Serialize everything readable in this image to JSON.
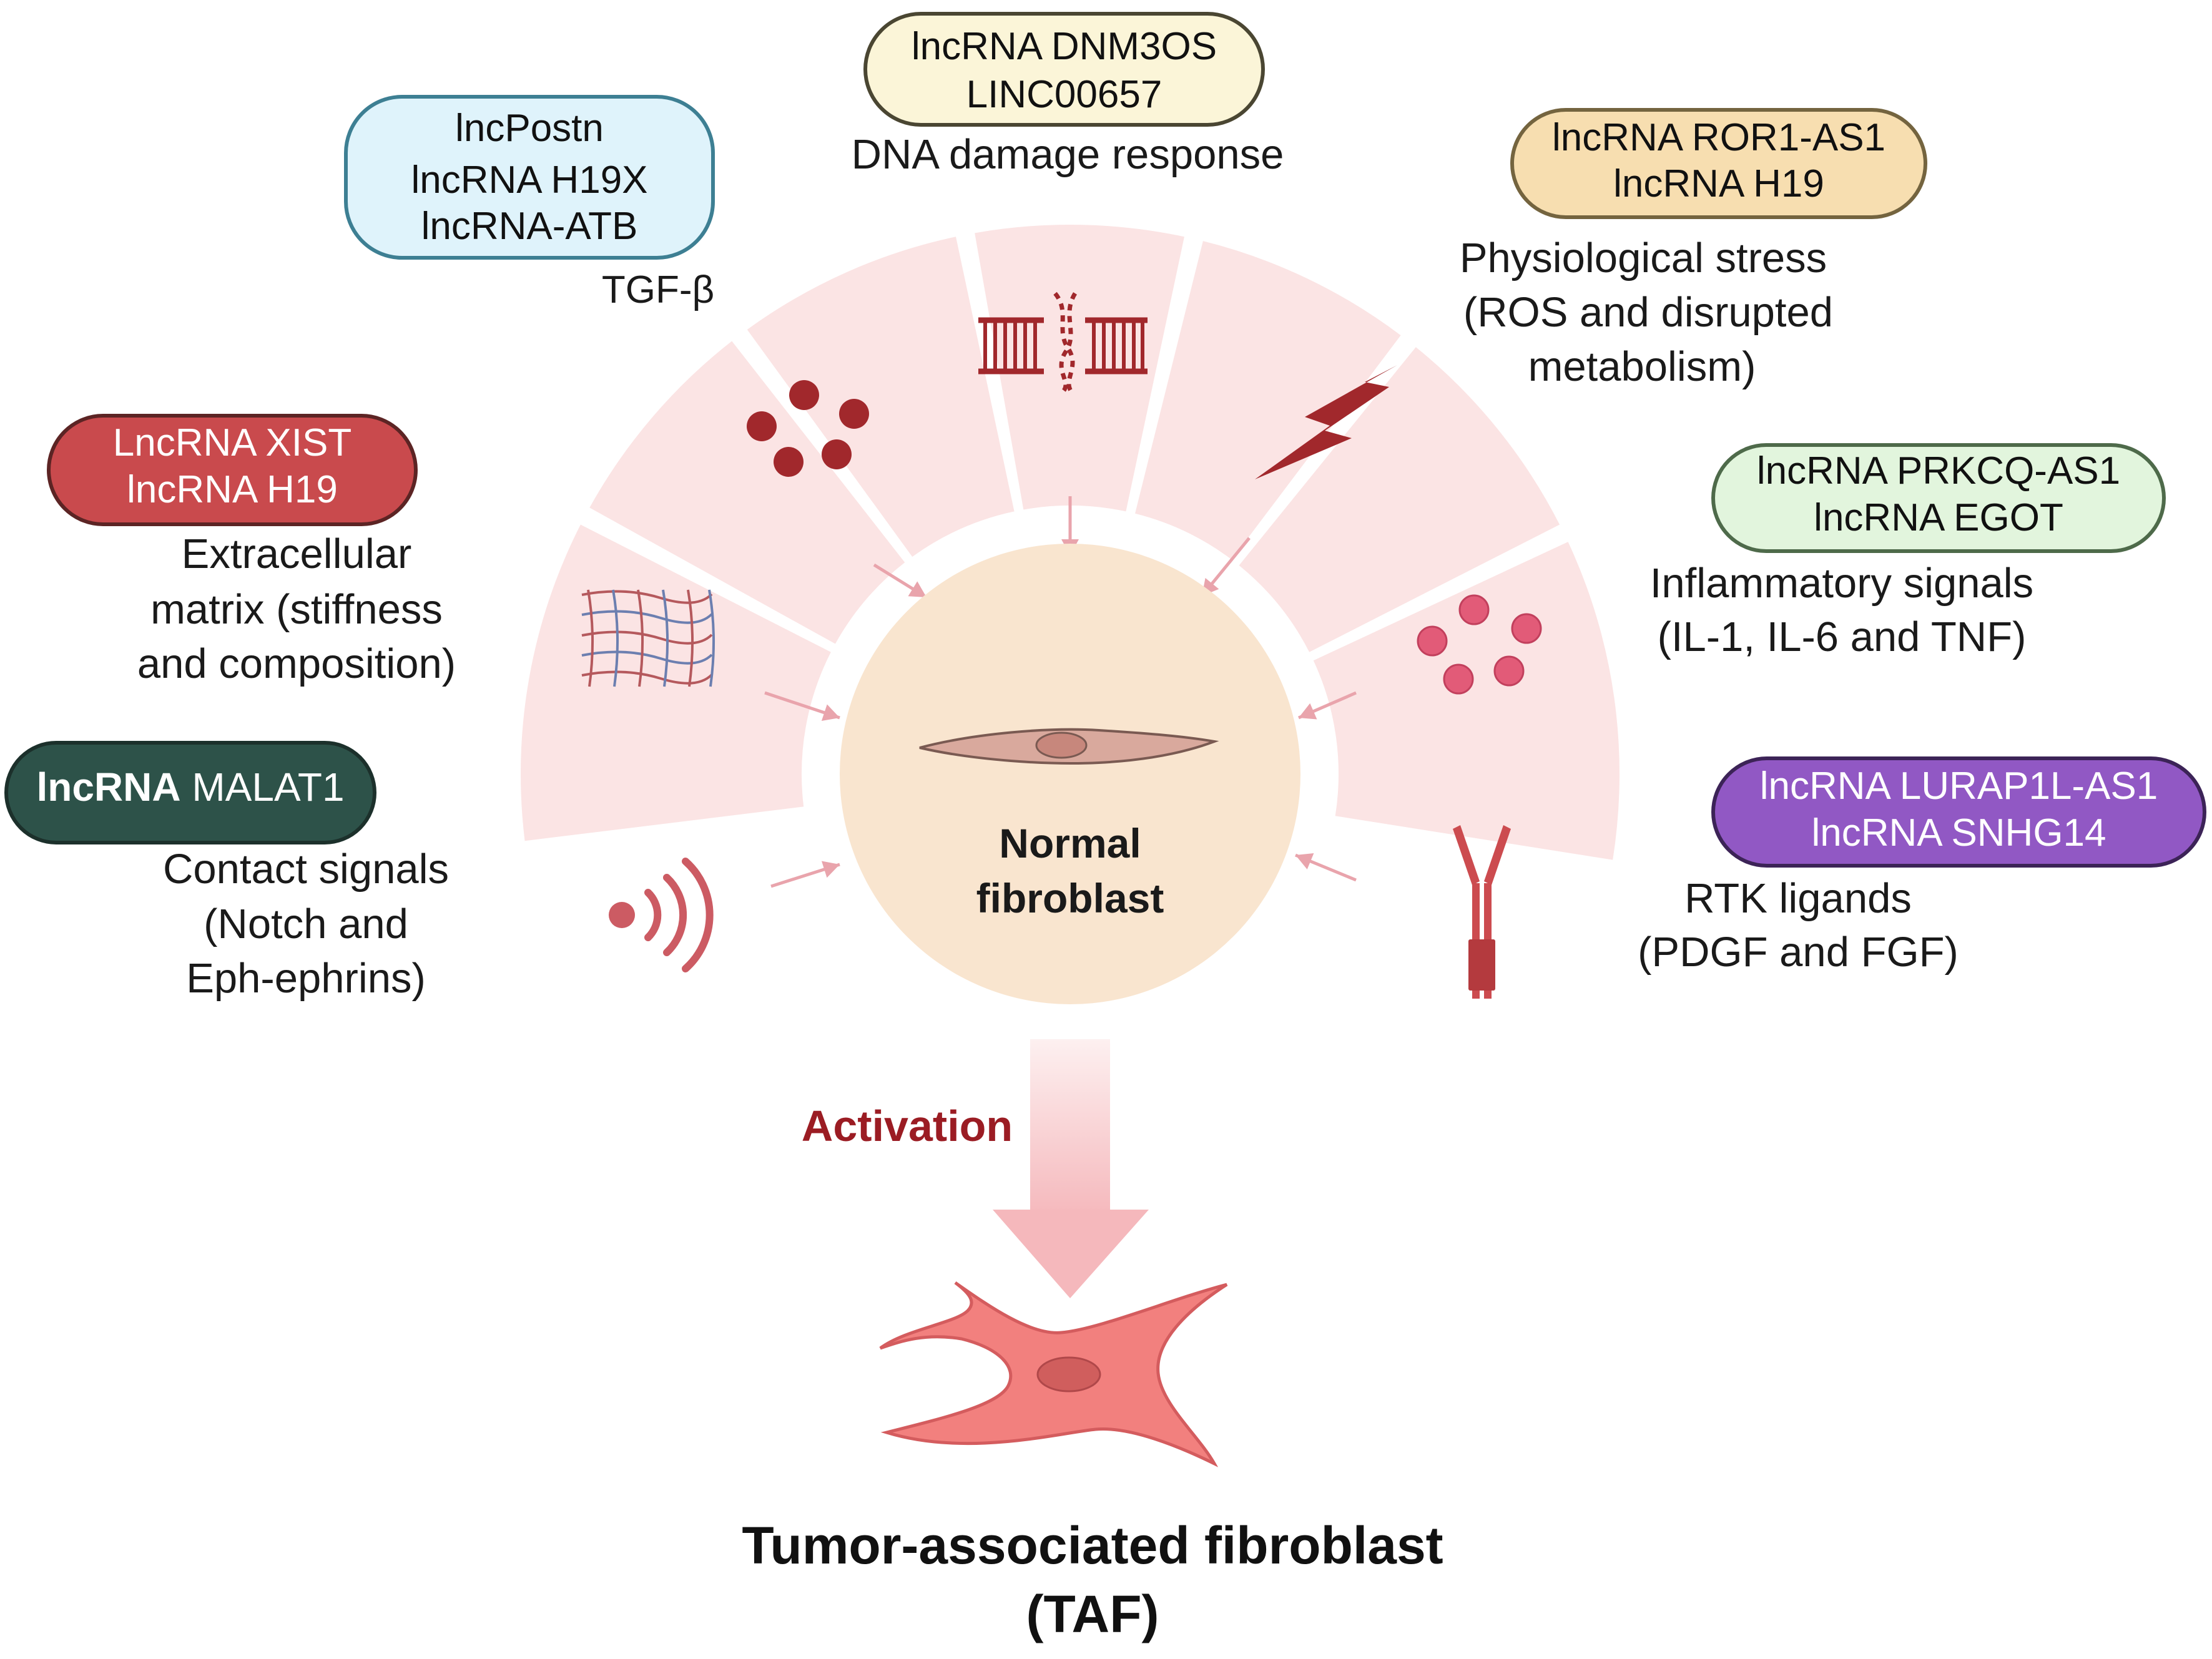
{
  "pills": [
    {
      "line1": "lncPostn",
      "line2": "lncRNA H19X",
      "line3": "lncRNA-ATB",
      "fill": "#dff3fb",
      "stroke": "#3d7f93",
      "text_color": "#111111"
    },
    {
      "line1": "lncRNA DNM3OS",
      "line2": "LINC00657",
      "fill": "#fbf5d8",
      "stroke": "#4a4632",
      "text_color": "#111111"
    },
    {
      "line1": "lncRNA ROR1-AS1",
      "line2": "lncRNA H19",
      "fill": "#f7deb0",
      "stroke": "#74643f",
      "text_color": "#111111"
    },
    {
      "line1": "LncRNA XIST",
      "line2": "lncRNA H19",
      "fill": "#c94a4d",
      "stroke": "#5c2424",
      "text_color": "#ffffff"
    },
    {
      "line1": "lncRNA PRKCQ-AS1",
      "line2": "lncRNA EGOT",
      "fill": "#e2f5dd",
      "stroke": "#4e6a4a",
      "text_color": "#111111"
    },
    {
      "line1": "lncRNA",
      "line1b": "MALAT1",
      "fill": "#2d5249",
      "stroke": "#1c302b",
      "text_color": "#ffffff"
    },
    {
      "line1": "lncRNA LURAP1L-AS1",
      "line2": "lncRNA SNHG14",
      "fill": "#9158c4",
      "stroke": "#3c2357",
      "text_color": "#ffffff"
    }
  ],
  "signals": {
    "tgf": "TGF-β",
    "dna": "DNA damage response",
    "stress": [
      "Physiological stress",
      "(ROS and disrupted",
      "metabolism)"
    ],
    "ecm": [
      "Extracellular",
      "matrix (stiffness",
      "and composition)"
    ],
    "inflammatory": [
      "Inflammatory signals",
      "(IL-1, IL-6 and TNF)"
    ],
    "contact": [
      "Contact signals",
      "(Notch and",
      "Eph-ephrins)"
    ],
    "rtk": [
      "RTK ligands",
      "(PDGF and FGF)"
    ]
  },
  "center": {
    "line1": "Normal",
    "line2": "fibroblast"
  },
  "activation": "Activation",
  "result": {
    "line1": "Tumor-associated fibroblast",
    "line2": "(TAF)"
  },
  "icons": [
    "dot-cluster-icon",
    "dna-damage-icon",
    "lightning-icon",
    "mesh-icon",
    "cytokine-dots-icon",
    "signal-waves-icon",
    "receptor-icon"
  ],
  "colors": {
    "sector": "#fbe4e4",
    "sector_light": "#fdf0f0",
    "center": "#f9e5cf",
    "arrow": "#e9a4ac",
    "activation_text": "#9b1c23",
    "dark_red": "#a1282c",
    "pink_dot": "#e25b78",
    "taf_fill": "#f2807e",
    "taf_stroke": "#d45c5e"
  }
}
